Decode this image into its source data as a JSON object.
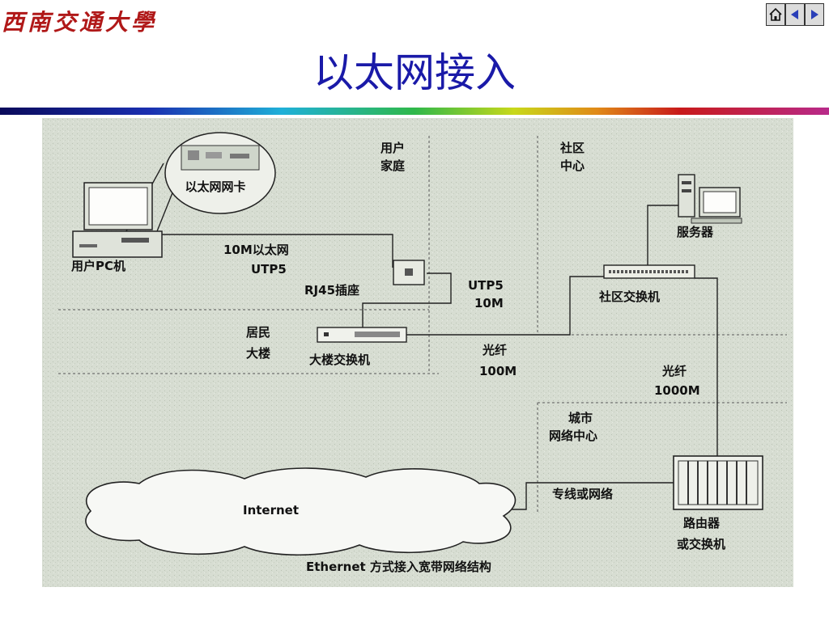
{
  "header": {
    "logo_text": "西南交通大學",
    "title": "以太网接入"
  },
  "nav": {
    "home": "home-icon",
    "prev": "prev-icon",
    "next": "next-icon"
  },
  "diagram": {
    "zones": {
      "user_home": [
        "用户",
        "家庭"
      ],
      "community": [
        "社区",
        "中心"
      ],
      "residential": [
        "居民",
        "大楼"
      ],
      "city": [
        "城市",
        "网络中心"
      ]
    },
    "nic_label": "以太网网卡",
    "pc_label": "用户PC机",
    "link_home": [
      "10M以太网",
      "UTP5"
    ],
    "rj45_label": "RJ45插座",
    "link_utp": [
      "UTP5",
      "10M"
    ],
    "building_switch_label": "大楼交换机",
    "server_label": "服务器",
    "community_switch_label": "社区交换机",
    "fiber_100": [
      "光纤",
      "100M"
    ],
    "fiber_1000": [
      "光纤",
      "1000M"
    ],
    "internet_label": "Internet",
    "leased_label": "专线或网络",
    "router_label": [
      "路由器",
      "或交换机"
    ],
    "caption": "Ethernet 方式接入宽带网络结构"
  },
  "colors": {
    "title": "#1a1aa8",
    "logo": "#b01818",
    "diagram_bg": "#d7ddd2"
  }
}
